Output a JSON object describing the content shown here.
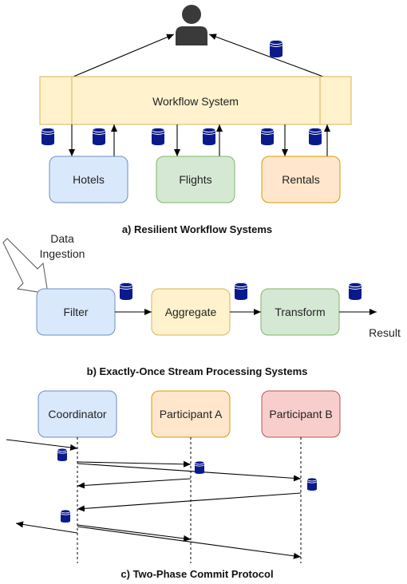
{
  "colors": {
    "workflow_fill": "#fff2cc",
    "workflow_stroke": "#d6b656",
    "blue_fill": "#dae8fc",
    "blue_stroke": "#6c8ebf",
    "green_fill": "#d5e8d4",
    "green_stroke": "#82b366",
    "orange_fill": "#ffe6cc",
    "orange_stroke": "#d79b00",
    "red_fill": "#f8cecc",
    "red_stroke": "#b85450",
    "db": "#0a1a8c",
    "user": "#3a3a3a"
  },
  "icons": {
    "user": "user-icon",
    "database": "database-icon",
    "ingest_arrow": "hollow-arrow-icon"
  },
  "section_a": {
    "workflow_label": "Workflow System",
    "services": [
      "Hotels",
      "Flights",
      "Rentals"
    ],
    "caption": "a)  Resilient Workflow Systems"
  },
  "section_b": {
    "ingestion_label_1": "Data",
    "ingestion_label_2": "Ingestion",
    "stages": [
      "Filter",
      "Aggregate",
      "Transform"
    ],
    "result_label": "Result",
    "caption": "b)  Exactly-Once Stream Processing Systems"
  },
  "section_c": {
    "participants": [
      "Coordinator",
      "Participant A",
      "Participant B"
    ],
    "caption": "c)  Two-Phase Commit Protocol"
  }
}
